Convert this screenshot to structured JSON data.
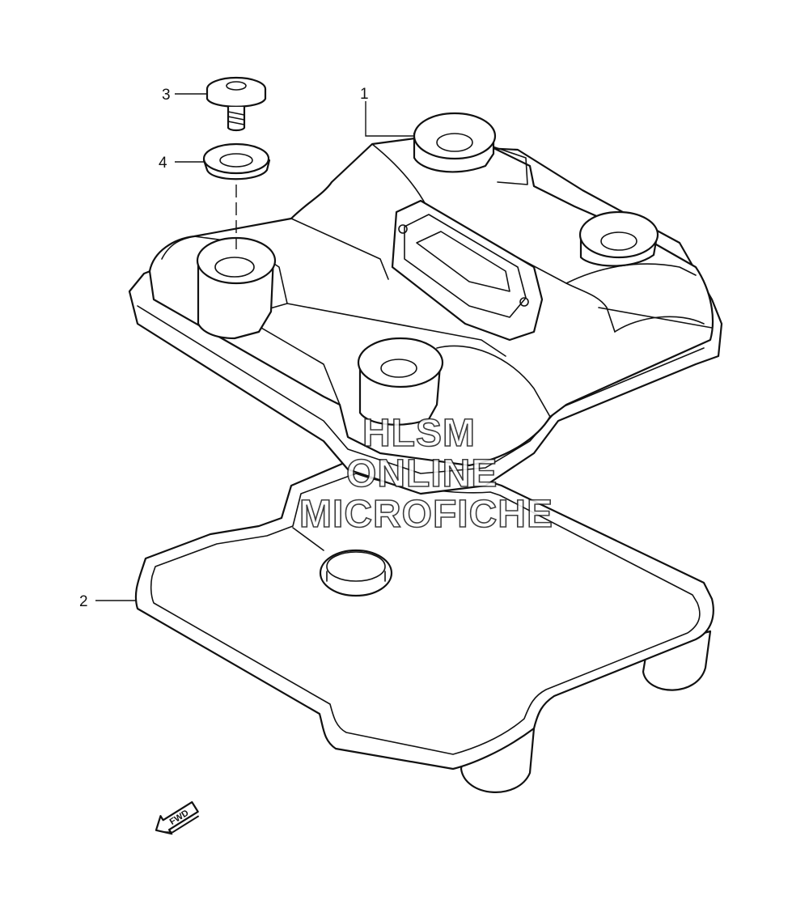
{
  "callouts": {
    "part_1": "1",
    "part_2": "2",
    "part_3": "3",
    "part_4": "4"
  },
  "watermark": {
    "line_1": "HLSM",
    "line_2": "ONLINE",
    "line_3": "MICROFICHE"
  },
  "direction_arrow": {
    "label": "FWD",
    "icon": "forward-arrow-icon"
  }
}
